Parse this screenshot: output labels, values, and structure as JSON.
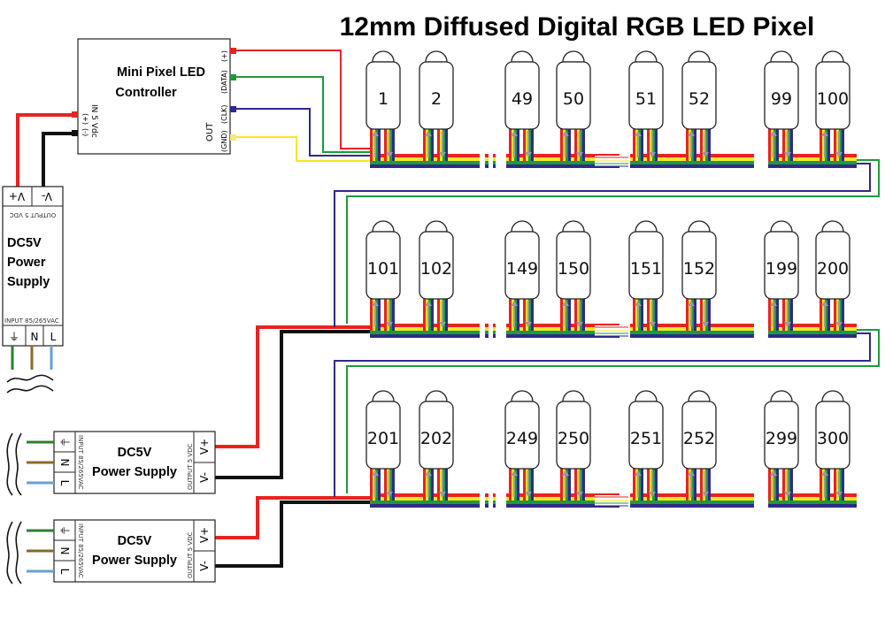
{
  "title": "12mm Diffused Digital RGB LED Pixel",
  "controller": {
    "name_line1": "Mini Pixel LED",
    "name_line2": "Controller",
    "input_label": "IN 5 Vdc",
    "input_pins": [
      "(+)",
      "(-)"
    ],
    "output_label": "OUT",
    "output_pins": [
      "(+)",
      "(DATA)",
      "(CLK)",
      "(GND)"
    ]
  },
  "power_supplies": [
    {
      "id": "ps-top",
      "line1": "DC5V",
      "line2": "Power",
      "line3": "Supply",
      "output_label": "OUTPUT 5 VDC",
      "input_label": "INPUT 85/265VAC",
      "output_terminals": [
        "V+",
        "V-"
      ],
      "input_terminals": [
        "⏚",
        "N",
        "L"
      ]
    },
    {
      "id": "ps-mid",
      "line1": "DC5V",
      "line2": "Power Supply",
      "output_label": "OUTPUT 5 VDC",
      "input_label": "INPUT 85/265VAC",
      "output_terminals": [
        "V+",
        "V-"
      ],
      "input_terminals": [
        "⏚",
        "N",
        "L"
      ]
    },
    {
      "id": "ps-bot",
      "line1": "DC5V",
      "line2": "Power Supply",
      "output_label": "OUTPUT 5 VDC",
      "input_label": "INPUT 85/265VAC",
      "output_terminals": [
        "V+",
        "V-"
      ],
      "input_terminals": [
        "⏚",
        "N",
        "L"
      ]
    }
  ],
  "led_rows": [
    [
      "1",
      "2",
      "49",
      "50",
      "51",
      "52",
      "99",
      "100"
    ],
    [
      "101",
      "102",
      "149",
      "150",
      "151",
      "152",
      "199",
      "200"
    ],
    [
      "201",
      "202",
      "249",
      "250",
      "251",
      "252",
      "299",
      "300"
    ]
  ],
  "wire_colors": {
    "power_pos": "#e8231f",
    "data": "#1e9a3a",
    "clock": "#2e2a8a",
    "ground": "#f7e628",
    "black": "#111111",
    "earth": "#2f7d32",
    "neutral": "#8b6a2a",
    "live": "#6a9fd4",
    "arrow": "#9a9a9a"
  },
  "icons": [
    "ac-mains-icon",
    "earth-ground-icon",
    "data-direction-arrow-icon"
  ]
}
